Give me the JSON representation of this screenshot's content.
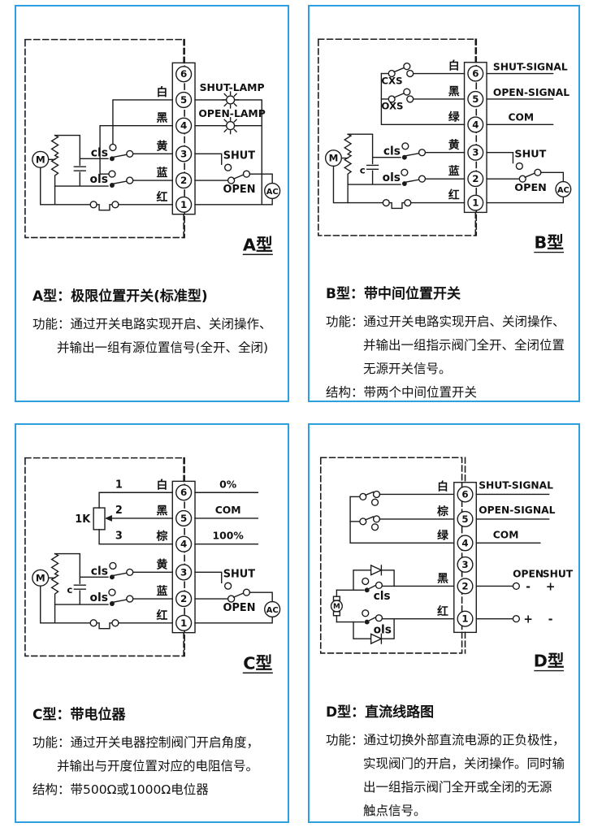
{
  "colors": {
    "panel_border": "#2E9FE0",
    "line": "#1a1a1a"
  },
  "panels": {
    "a": {
      "badge": "A型",
      "title": "A型：极限位置开关(标准型)",
      "desc": [
        "功能：通过开关电路实现开启、关闭操作、",
        "并输出一组有源位置信号(全开、全闭)"
      ],
      "terminals": [
        "6",
        "5",
        "4",
        "3",
        "2",
        "1"
      ],
      "wires": {
        "white": "白",
        "black": "黑",
        "yellow": "黄",
        "blue": "蓝",
        "red": "红"
      },
      "labels": {
        "motor": "M",
        "cls": "cls",
        "ols": "ols",
        "shut_lamp": "SHUT-LAMP",
        "open_lamp": "OPEN-LAMP",
        "shut": "SHUT",
        "open": "OPEN",
        "ac": "AC"
      }
    },
    "b": {
      "badge": "B型",
      "title": "B型：带中间位置开关",
      "desc": [
        "功能：通过开关电路实现开启、关闭操作、",
        "并输出一组指示阀门全开、全闭位置",
        "无源开关信号。",
        "结构：带两个中间位置开关"
      ],
      "terminals": [
        "6",
        "5",
        "4",
        "3",
        "2",
        "1"
      ],
      "wires": {
        "white": "白",
        "black": "黑",
        "green": "绿",
        "yellow": "黄",
        "blue": "蓝",
        "red": "红"
      },
      "labels": {
        "motor": "M",
        "cxs": "CXS",
        "oxs": "OXS",
        "c": "c",
        "cls": "cls",
        "ols": "ols",
        "shut_signal": "SHUT-SIGNAL",
        "open_signal": "OPEN-SIGNAL",
        "com": "COM",
        "shut": "SHUT",
        "open": "OPEN",
        "ac": "AC"
      }
    },
    "c": {
      "badge": "C型",
      "title": "C型：带电位器",
      "desc": [
        "功能：通过开关电器控制阀门开启角度，",
        "并输出与开度位置对应的电阻信号。",
        "结构：带500Ω或1000Ω电位器"
      ],
      "terminals": [
        "6",
        "5",
        "4",
        "3",
        "2",
        "1"
      ],
      "wires": {
        "white": "白",
        "black": "黑",
        "brown": "棕",
        "yellow": "黄",
        "blue": "蓝",
        "red": "红"
      },
      "labels": {
        "motor": "M",
        "pot": "1K",
        "pin1": "1",
        "pin2": "2",
        "pin3": "3",
        "c": "c",
        "cls": "cls",
        "ols": "ols",
        "p0": "0%",
        "com": "COM",
        "p100": "100%",
        "shut": "SHUT",
        "open": "OPEN",
        "ac": "AC"
      }
    },
    "d": {
      "badge": "D型",
      "title": "D型：直流线路图",
      "desc": [
        "功能：通过切换外部直流电源的正负极性，",
        "实现阀门的开启，关闭操作。同时输",
        "出一组指示阀门全开或全闭的无源",
        "触点信号。"
      ],
      "terminals": [
        "6",
        "5",
        "4",
        "3",
        "2",
        "1"
      ],
      "wires": {
        "white": "白",
        "brown": "棕",
        "green": "绿",
        "black": "黑",
        "red": "红"
      },
      "labels": {
        "motor": "M",
        "cls": "cls",
        "ols": "ols",
        "shut_signal": "SHUT-SIGNAL",
        "open_signal": "OPEN-SIGNAL",
        "com": "COM",
        "open": "OPEN",
        "shut": "SHUT",
        "t2_minus": "-",
        "t2_plus": "+",
        "t1_plus": "+",
        "t1_minus": "-"
      }
    }
  }
}
